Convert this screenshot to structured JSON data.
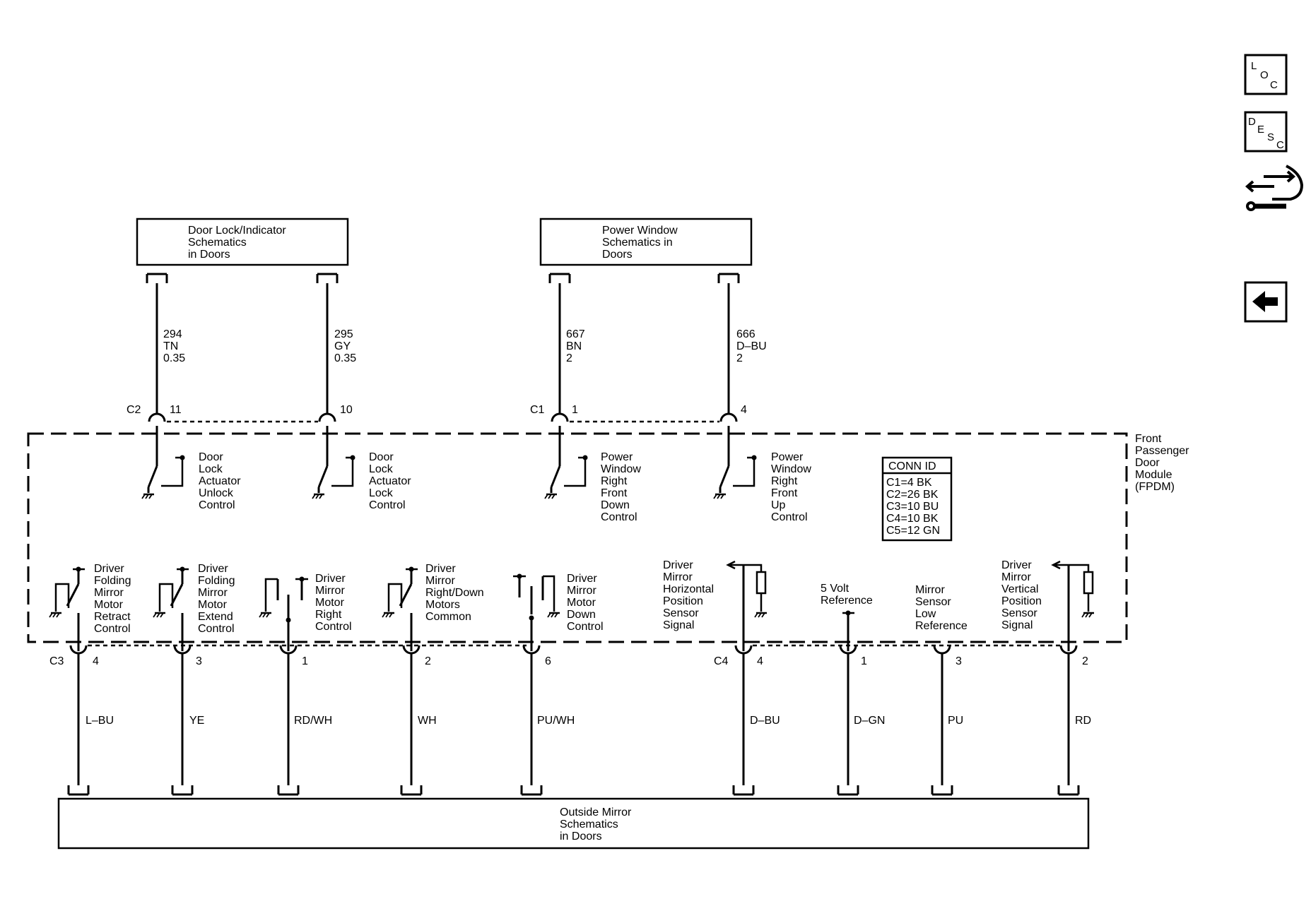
{
  "nav_icons": {
    "loc": {
      "l1": "L",
      "l2": "O",
      "l3": "C"
    },
    "desc": {
      "l1": "D",
      "l2": "E",
      "l3": "S",
      "l4": "C"
    },
    "connector_icon": "connector-repair-icon",
    "back_icon": "back-arrow-icon"
  },
  "top_boxes": {
    "door_lock": [
      "Door Lock/Indicator",
      "Schematics",
      "in Doors"
    ],
    "power_window": [
      "Power Window",
      "Schematics in",
      "Doors"
    ]
  },
  "bottom_box": [
    "Outside Mirror",
    "Schematics",
    "in Doors"
  ],
  "module": {
    "name": [
      "Front",
      "Passenger",
      "Door",
      "Module",
      "(FPDM)"
    ],
    "conn_id": {
      "title": "CONN ID",
      "rows": [
        "C1=4 BK",
        "C2=26 BK",
        "C3=10 BU",
        "C4=10 BK",
        "C5=12 GN"
      ]
    }
  },
  "top_wires": [
    {
      "circuit": "294",
      "color": "TN",
      "size": "0.35"
    },
    {
      "circuit": "295",
      "color": "GY",
      "size": "0.35"
    },
    {
      "circuit": "667",
      "color": "BN",
      "size": "2"
    },
    {
      "circuit": "666",
      "color": "D–BU",
      "size": "2"
    }
  ],
  "top_connectors": {
    "c2": "C2",
    "c2_pins": [
      "11",
      "10"
    ],
    "c1": "C1",
    "c1_pins": [
      "1",
      "4"
    ]
  },
  "top_controls": [
    [
      "Door",
      "Lock",
      "Actuator",
      "Unlock",
      "Control"
    ],
    [
      "Door",
      "Lock",
      "Actuator",
      "Lock",
      "Control"
    ],
    [
      "Power",
      "Window",
      "Right",
      "Front",
      "Down",
      "Control"
    ],
    [
      "Power",
      "Window",
      "Right",
      "Front",
      "Up",
      "Control"
    ]
  ],
  "bottom_controls": [
    [
      "Driver",
      "Folding",
      "Mirror",
      "Motor",
      "Retract",
      "Control"
    ],
    [
      "Driver",
      "Folding",
      "Mirror",
      "Motor",
      "Extend",
      "Control"
    ],
    [
      "Driver",
      "Mirror",
      "Motor",
      "Right",
      "Control"
    ],
    [
      "Driver",
      "Mirror",
      "Right/Down",
      "Motors",
      "Common"
    ],
    [
      "Driver",
      "Mirror",
      "Motor",
      "Down",
      "Control"
    ],
    [
      "Driver",
      "Mirror",
      "Horizontal",
      "Position",
      "Sensor",
      "Signal"
    ],
    [
      "5 Volt",
      "Reference"
    ],
    [
      "Mirror",
      "Sensor",
      "Low",
      "Reference"
    ],
    [
      "Driver",
      "Mirror",
      "Vertical",
      "Position",
      "Sensor",
      "Signal"
    ]
  ],
  "bottom_connectors": {
    "c3": "C3",
    "c3_pins": [
      "4",
      "3",
      "1",
      "2",
      "6"
    ],
    "c4": "C4",
    "c4_pins": [
      "4",
      "1",
      "3",
      "2"
    ]
  },
  "bottom_wire_colors": [
    "L–BU",
    "YE",
    "RD/WH",
    "WH",
    "PU/WH",
    "D–BU",
    "D–GN",
    "PU",
    "RD"
  ]
}
